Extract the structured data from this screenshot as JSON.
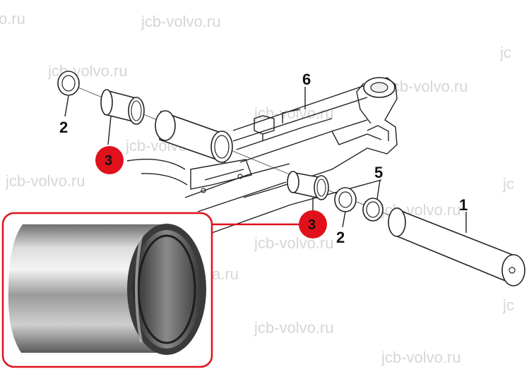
{
  "watermark": "jcb-volvo.ru",
  "watermark_partial_a": "o.ru",
  "watermark_partial_b": "a.ru",
  "watermark_partial_c": "jc",
  "callouts": {
    "pin": "1",
    "washer_a": "2",
    "washer_b": "2",
    "bushing_a": "3",
    "bushing_b": "3",
    "shim": "5",
    "arm": "6"
  },
  "colors": {
    "highlight_red": "#e0111b",
    "inset_border": "#e0111b",
    "watermark_gray": "#d6d6d6"
  }
}
